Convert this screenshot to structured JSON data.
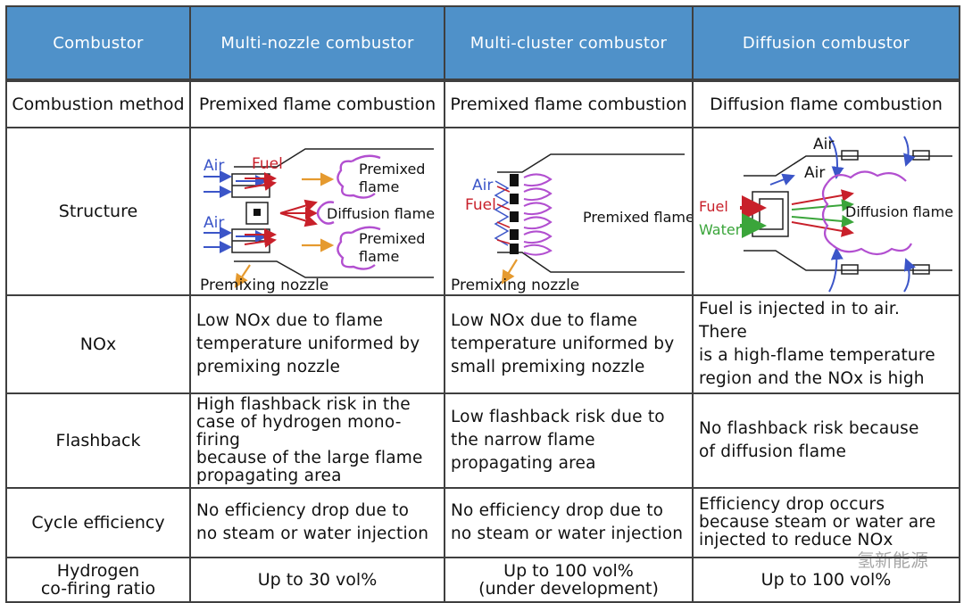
{
  "header": {
    "combustor": "Combustor",
    "multi_nozzle": "Multi-nozzle combustor",
    "multi_cluster": "Multi-cluster combustor",
    "diffusion": "Diffusion combustor"
  },
  "rows": {
    "method": {
      "label": "Combustion method",
      "multi_nozzle": "Premixed flame combustion",
      "multi_cluster": "Premixed flame combustion",
      "diffusion": "Diffusion flame combustion"
    },
    "structure": {
      "label": "Structure",
      "multi_nozzle": {
        "air_top": "Air",
        "fuel": "Fuel",
        "air_bottom": "Air",
        "premixed_top_1": "Premixed",
        "premixed_top_2": "flame",
        "diffusion_flame": "Diffusion flame",
        "premixed_bottom_1": "Premixed",
        "premixed_bottom_2": "flame",
        "premixing_nozzle": "Premixing nozzle"
      },
      "multi_cluster": {
        "air": "Air",
        "fuel": "Fuel",
        "premixed_flame": "Premixed flame",
        "premixing_nozzle": "Premixing nozzle"
      },
      "diffusion": {
        "air_top": "Air",
        "air_inner": "Air",
        "fuel": "Fuel",
        "water": "Water",
        "diffusion_flame": "Diffusion flame"
      }
    },
    "nox": {
      "label": "NOx",
      "multi_nozzle": [
        "Low NOx due to flame",
        "temperature uniformed by",
        "premixing nozzle"
      ],
      "multi_cluster": [
        "Low NOx due to flame",
        "temperature uniformed by",
        "small premixing nozzle"
      ],
      "diffusion": [
        "Fuel is injected in to air. There",
        "is a high-flame temperature",
        "region and the NOx is high"
      ]
    },
    "flashback": {
      "label": "Flashback",
      "multi_nozzle": [
        "High flashback risk in the",
        "case of hydrogen mono-firing",
        "because of the large flame",
        "propagating area"
      ],
      "multi_cluster": [
        "Low flashback risk due to",
        "the narrow flame",
        "propagating area"
      ],
      "diffusion": [
        "No flashback risk because",
        "of diffusion flame"
      ]
    },
    "efficiency": {
      "label": "Cycle efficiency",
      "multi_nozzle": [
        "No efficiency drop due to",
        "no steam or water injection"
      ],
      "multi_cluster": [
        "No efficiency drop due to",
        "no steam or water injection"
      ],
      "diffusion": [
        "Efficiency drop occurs",
        "because steam or water are",
        "injected to reduce NOx"
      ]
    },
    "hydrogen": {
      "label": [
        "Hydrogen",
        "co-firing ratio"
      ],
      "multi_nozzle": [
        "Up to 30 vol%"
      ],
      "multi_cluster": [
        "Up to 100 vol%",
        "(under development)"
      ],
      "diffusion": [
        "Up to 100 vol%"
      ]
    }
  },
  "watermark": "氢新能源",
  "colors": {
    "header_bg": "#4f91c9",
    "air_arrow": "#3b55c8",
    "fuel_arrow": "#c8202a",
    "orange_arrow": "#e59a2f",
    "flame": "#b24fd0",
    "water_arrow": "#3aa53a"
  }
}
